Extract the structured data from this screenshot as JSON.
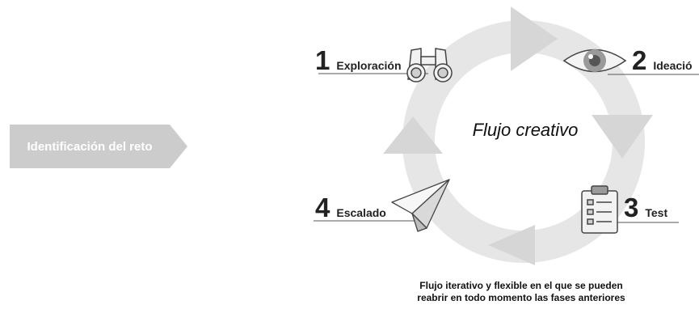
{
  "challenge": {
    "label": "Identificación del reto"
  },
  "cycle": {
    "title": "Flujo creativo",
    "caption_line1": "Flujo iterativo y flexible en el que se pueden",
    "caption_line2": "reabrir en todo momento las fases anteriores"
  },
  "steps": [
    {
      "number": "1",
      "label": "Exploración",
      "icon": "binoculars-icon"
    },
    {
      "number": "2",
      "label": "Ideació",
      "icon": "eye-icon"
    },
    {
      "number": "3",
      "label": "Test",
      "icon": "clipboard-icon"
    },
    {
      "number": "4",
      "label": "Escalado",
      "icon": "paper-plane-icon"
    }
  ],
  "colors": {
    "ring": "#e6e6e6",
    "arrows": "#d3d3d3",
    "challenge_bg": "#cccccc",
    "text": "#222222"
  }
}
